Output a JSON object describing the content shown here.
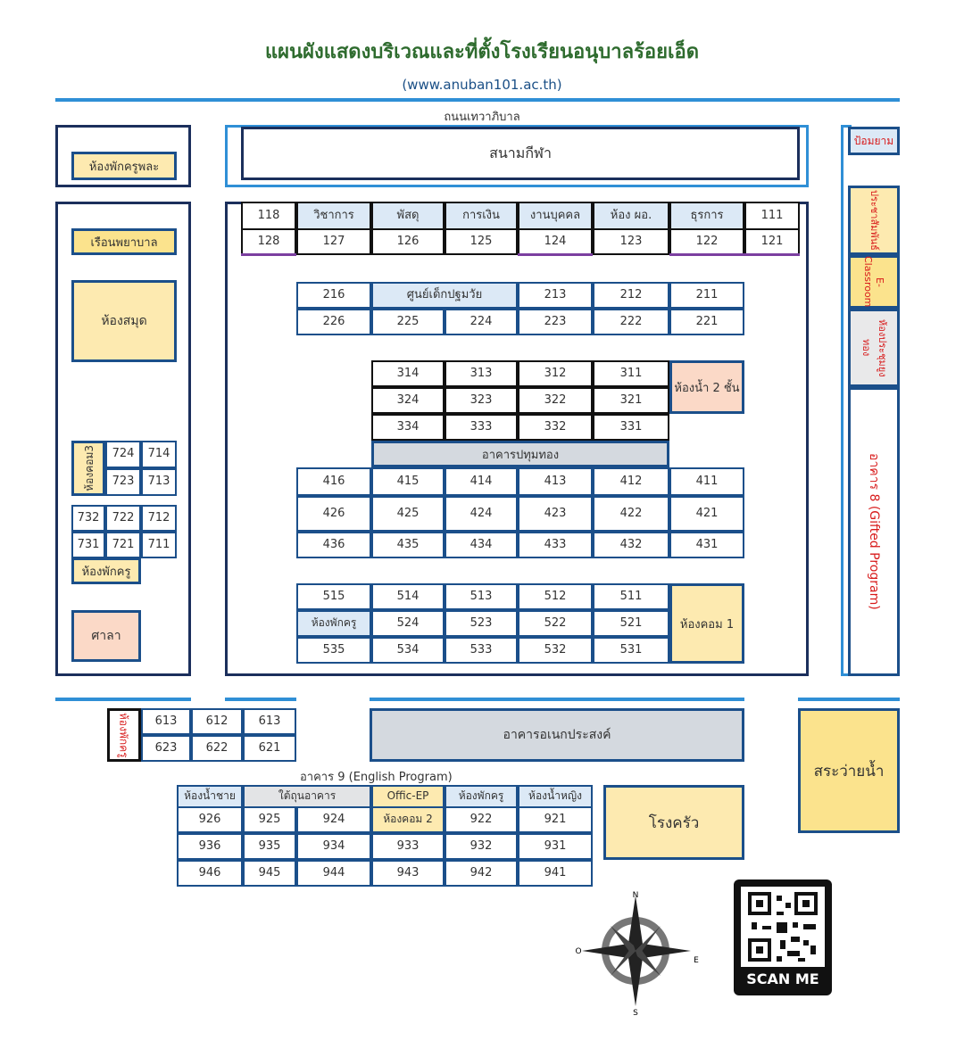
{
  "header": {
    "title": "แผนผังแสดงบริเวณและที่ตั้งโรงเรียนอนุบาลร้อยเอ็ด",
    "url": "(www.anuban101.ac.th)",
    "road": "ถนนเทวาภิบาล"
  },
  "areas": {
    "teacher_lounge_top": "ห้องพักครูพละ",
    "stadium": "สนามกีฬา",
    "guard": "ป้อมยาม",
    "nursing": "เรือนพยาบาล",
    "library": "ห้องสมุด",
    "sala": "ศาลา",
    "teacher_room_left": "ห้องพักครู",
    "computer3": "ห้องคอม3",
    "pr_room": "ประชาสัมพันธ์",
    "eclass": "E-Classroom",
    "meeting_room": "ห้องประชุมยูงทอง",
    "building8": "อาคาร 8 (Gifted Program)",
    "toilet2": "ห้องน้ำ 2 ชั้น",
    "pathum": "อาคารปทุมทอง",
    "computer1": "ห้องคอม 1",
    "teacher_room_515": "ห้องพักครู",
    "anek": "อาคารอเนกประสงค์",
    "pool": "สระว่ายน้ำ",
    "kitchen": "โรงครัว",
    "teacher_600": "ห้องพักครู",
    "building9": "อาคาร 9 (English Program)",
    "scan": "SCAN ME"
  },
  "row1": [
    {
      "label": "118",
      "hl": false
    },
    {
      "label": "วิชาการ",
      "hl": true
    },
    {
      "label": "พัสดุ",
      "hl": true
    },
    {
      "label": "การเงิน",
      "hl": true
    },
    {
      "label": "งานบุคคล",
      "hl": true
    },
    {
      "label": "ห้อง ผอ.",
      "hl": true
    },
    {
      "label": "ธุรการ",
      "hl": true
    },
    {
      "label": "111",
      "hl": false
    }
  ],
  "row1b": [
    "128",
    "127",
    "126",
    "125",
    "124",
    "123",
    "122",
    "121"
  ],
  "b200a": [
    "216",
    "ศูนย์เด็กปฐมวัย",
    "213",
    "212",
    "211"
  ],
  "b200b": [
    "226",
    "225",
    "224",
    "223",
    "222",
    "221"
  ],
  "b300": [
    [
      "314",
      "313",
      "312",
      "311"
    ],
    [
      "324",
      "323",
      "322",
      "321"
    ],
    [
      "334",
      "333",
      "332",
      "331"
    ]
  ],
  "b400": [
    [
      "416",
      "415",
      "414",
      "413",
      "412",
      "411"
    ],
    [
      "426",
      "425",
      "424",
      "423",
      "422",
      "421"
    ],
    [
      "436",
      "435",
      "434",
      "433",
      "432",
      "431"
    ]
  ],
  "b500": [
    [
      "515",
      "514",
      "513",
      "512",
      "511"
    ],
    [
      "ห้องพักครู",
      "524",
      "523",
      "522",
      "521"
    ],
    [
      "535",
      "534",
      "533",
      "532",
      "531"
    ]
  ],
  "b700a": [
    [
      "724",
      "714"
    ],
    [
      "723",
      "713"
    ]
  ],
  "b700b": [
    [
      "732",
      "722",
      "712"
    ],
    [
      "731",
      "721",
      "711"
    ]
  ],
  "b600": [
    [
      "613",
      "612",
      "613"
    ],
    [
      "623",
      "622",
      "621"
    ]
  ],
  "b900h": [
    "ห้องน้ำชาย",
    "ใต้ถุนอาคาร",
    "Offic-EP",
    "ห้องพักครู",
    "ห้องน้ำหญิง"
  ],
  "b900": [
    [
      "926",
      "925",
      "924",
      "ห้องคอม 2",
      "922",
      "921"
    ],
    [
      "936",
      "935",
      "934",
      "933",
      "932",
      "931"
    ],
    [
      "946",
      "945",
      "944",
      "943",
      "942",
      "941"
    ]
  ],
  "compass": {
    "n": "N",
    "e": "E",
    "s": "S",
    "w": "O"
  },
  "colors": {
    "frame": "#1b2f5c",
    "line": "#2f8fd6",
    "title": "#2e6b2e",
    "red": "#d81b1b"
  }
}
